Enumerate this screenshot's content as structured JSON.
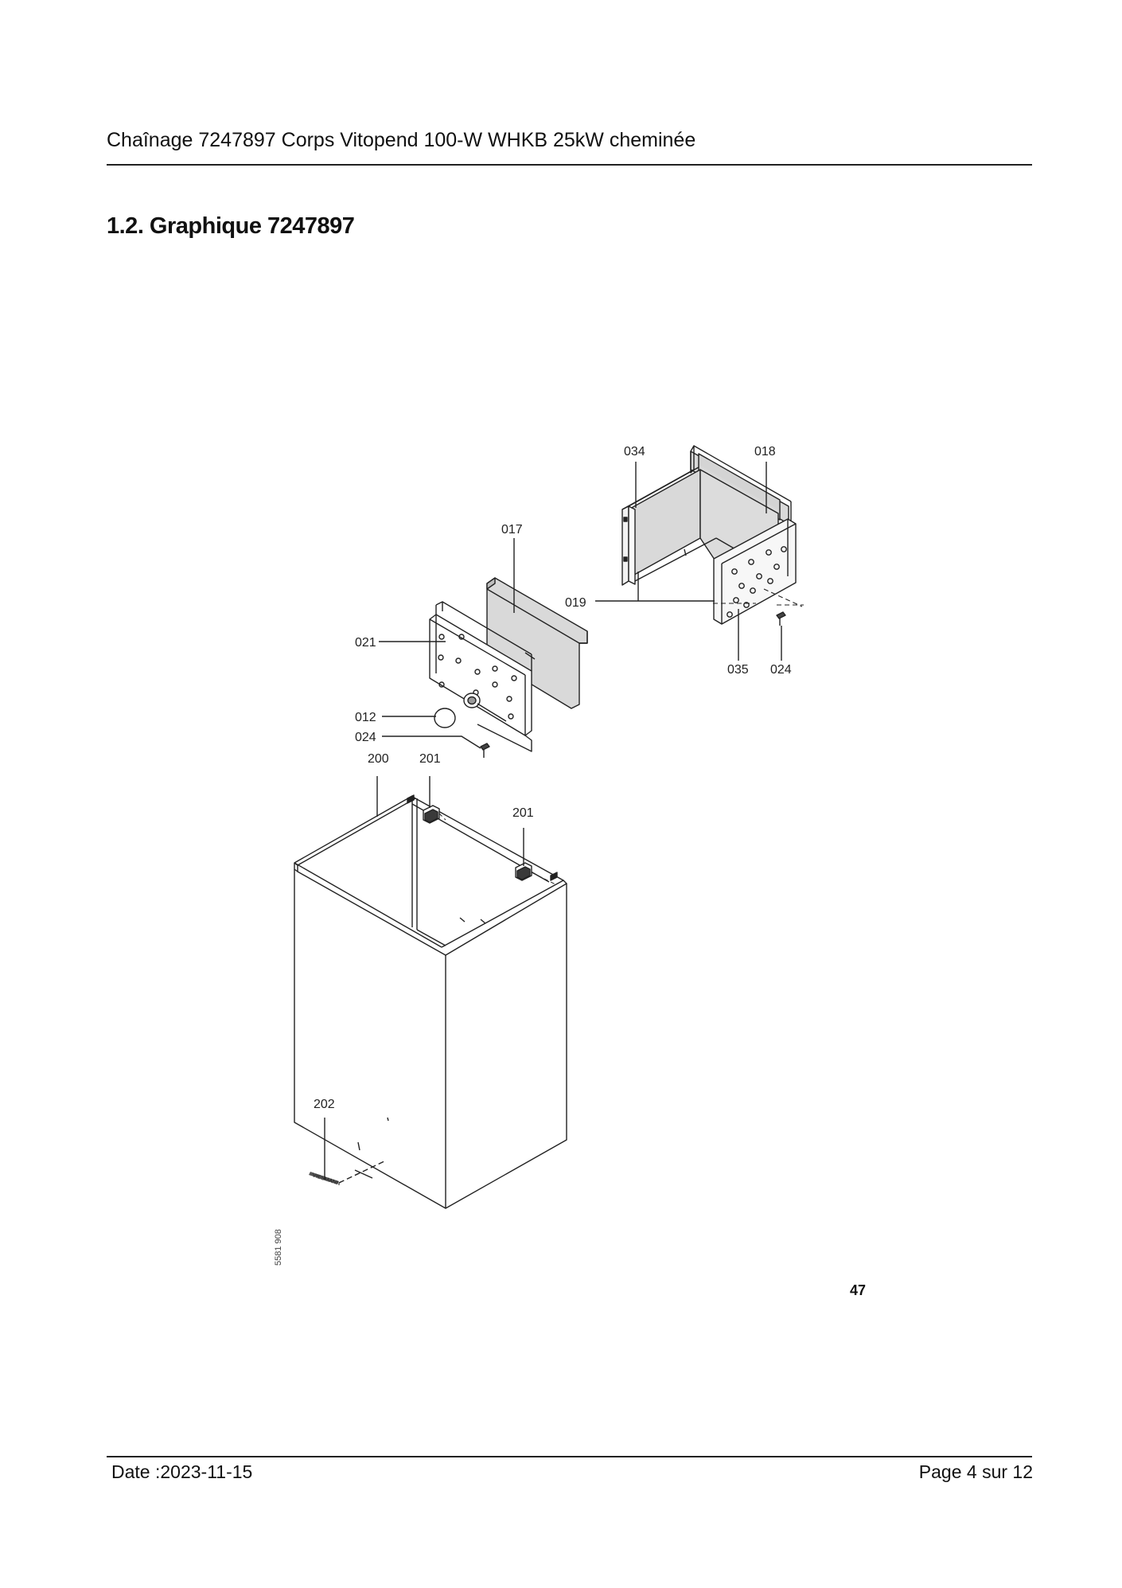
{
  "header": {
    "title": "Chaînage 7247897 Corps Vitopend 100-W WHKB 25kW cheminée"
  },
  "section": {
    "title": "1.2. Graphique 7247897"
  },
  "drawing": {
    "labels": {
      "p034": "034",
      "p018": "018",
      "p017": "017",
      "p019": "019",
      "p021": "021",
      "p035": "035",
      "p024a": "024",
      "p012": "012",
      "p024b": "024",
      "p200": "200",
      "p201a": "201",
      "p201b": "201",
      "p202": "202"
    },
    "drawing_id": "5581 908",
    "page_number": "47"
  },
  "footer": {
    "date": "Date :2023-11-15",
    "page": "Page 4 sur  12"
  }
}
